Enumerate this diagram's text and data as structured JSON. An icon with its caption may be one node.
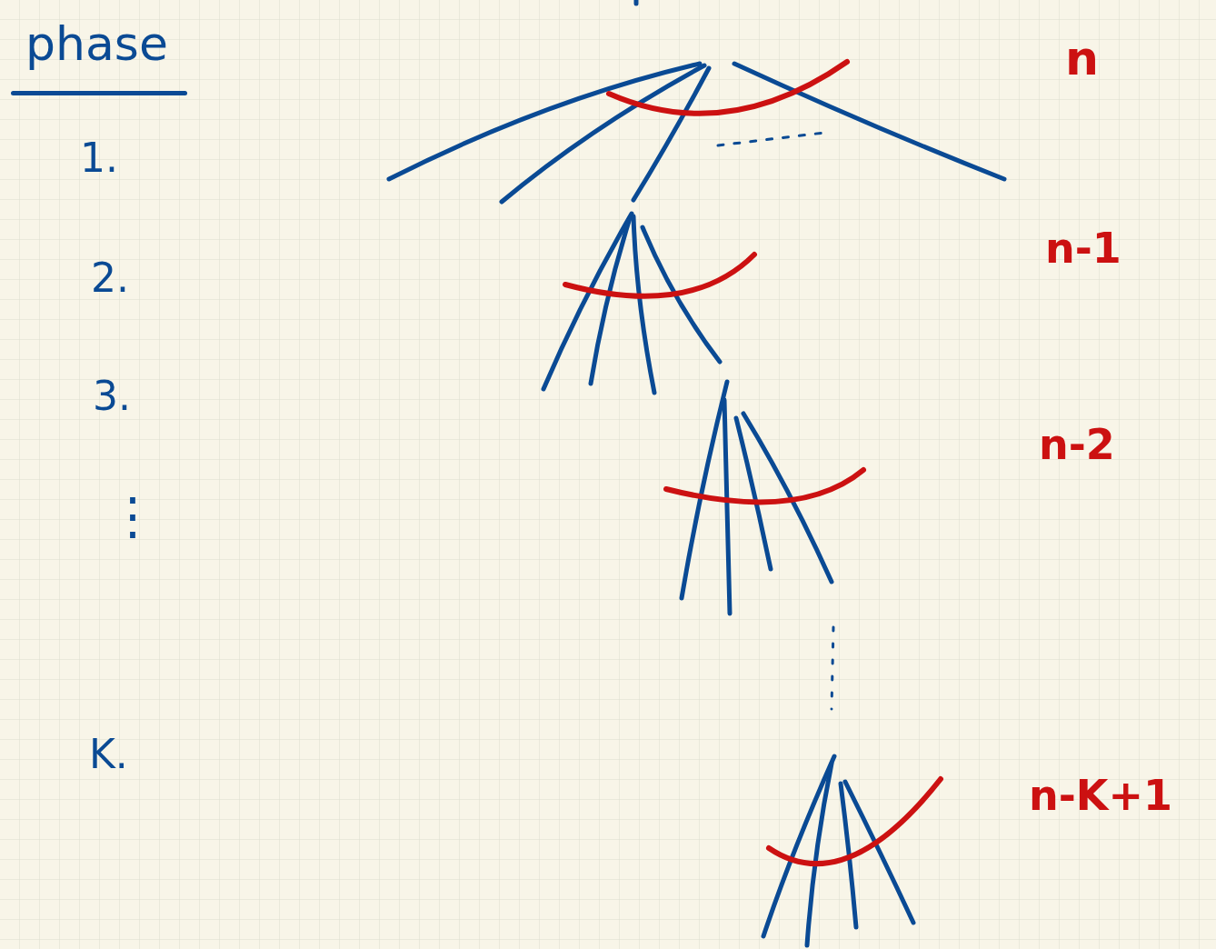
{
  "diagram": {
    "labels": [
      "phase",
      "1.",
      "2.",
      "3.",
      "⋮",
      "K.",
      "n",
      "n-1",
      "n-2",
      "n-K+1"
    ]
  }
}
